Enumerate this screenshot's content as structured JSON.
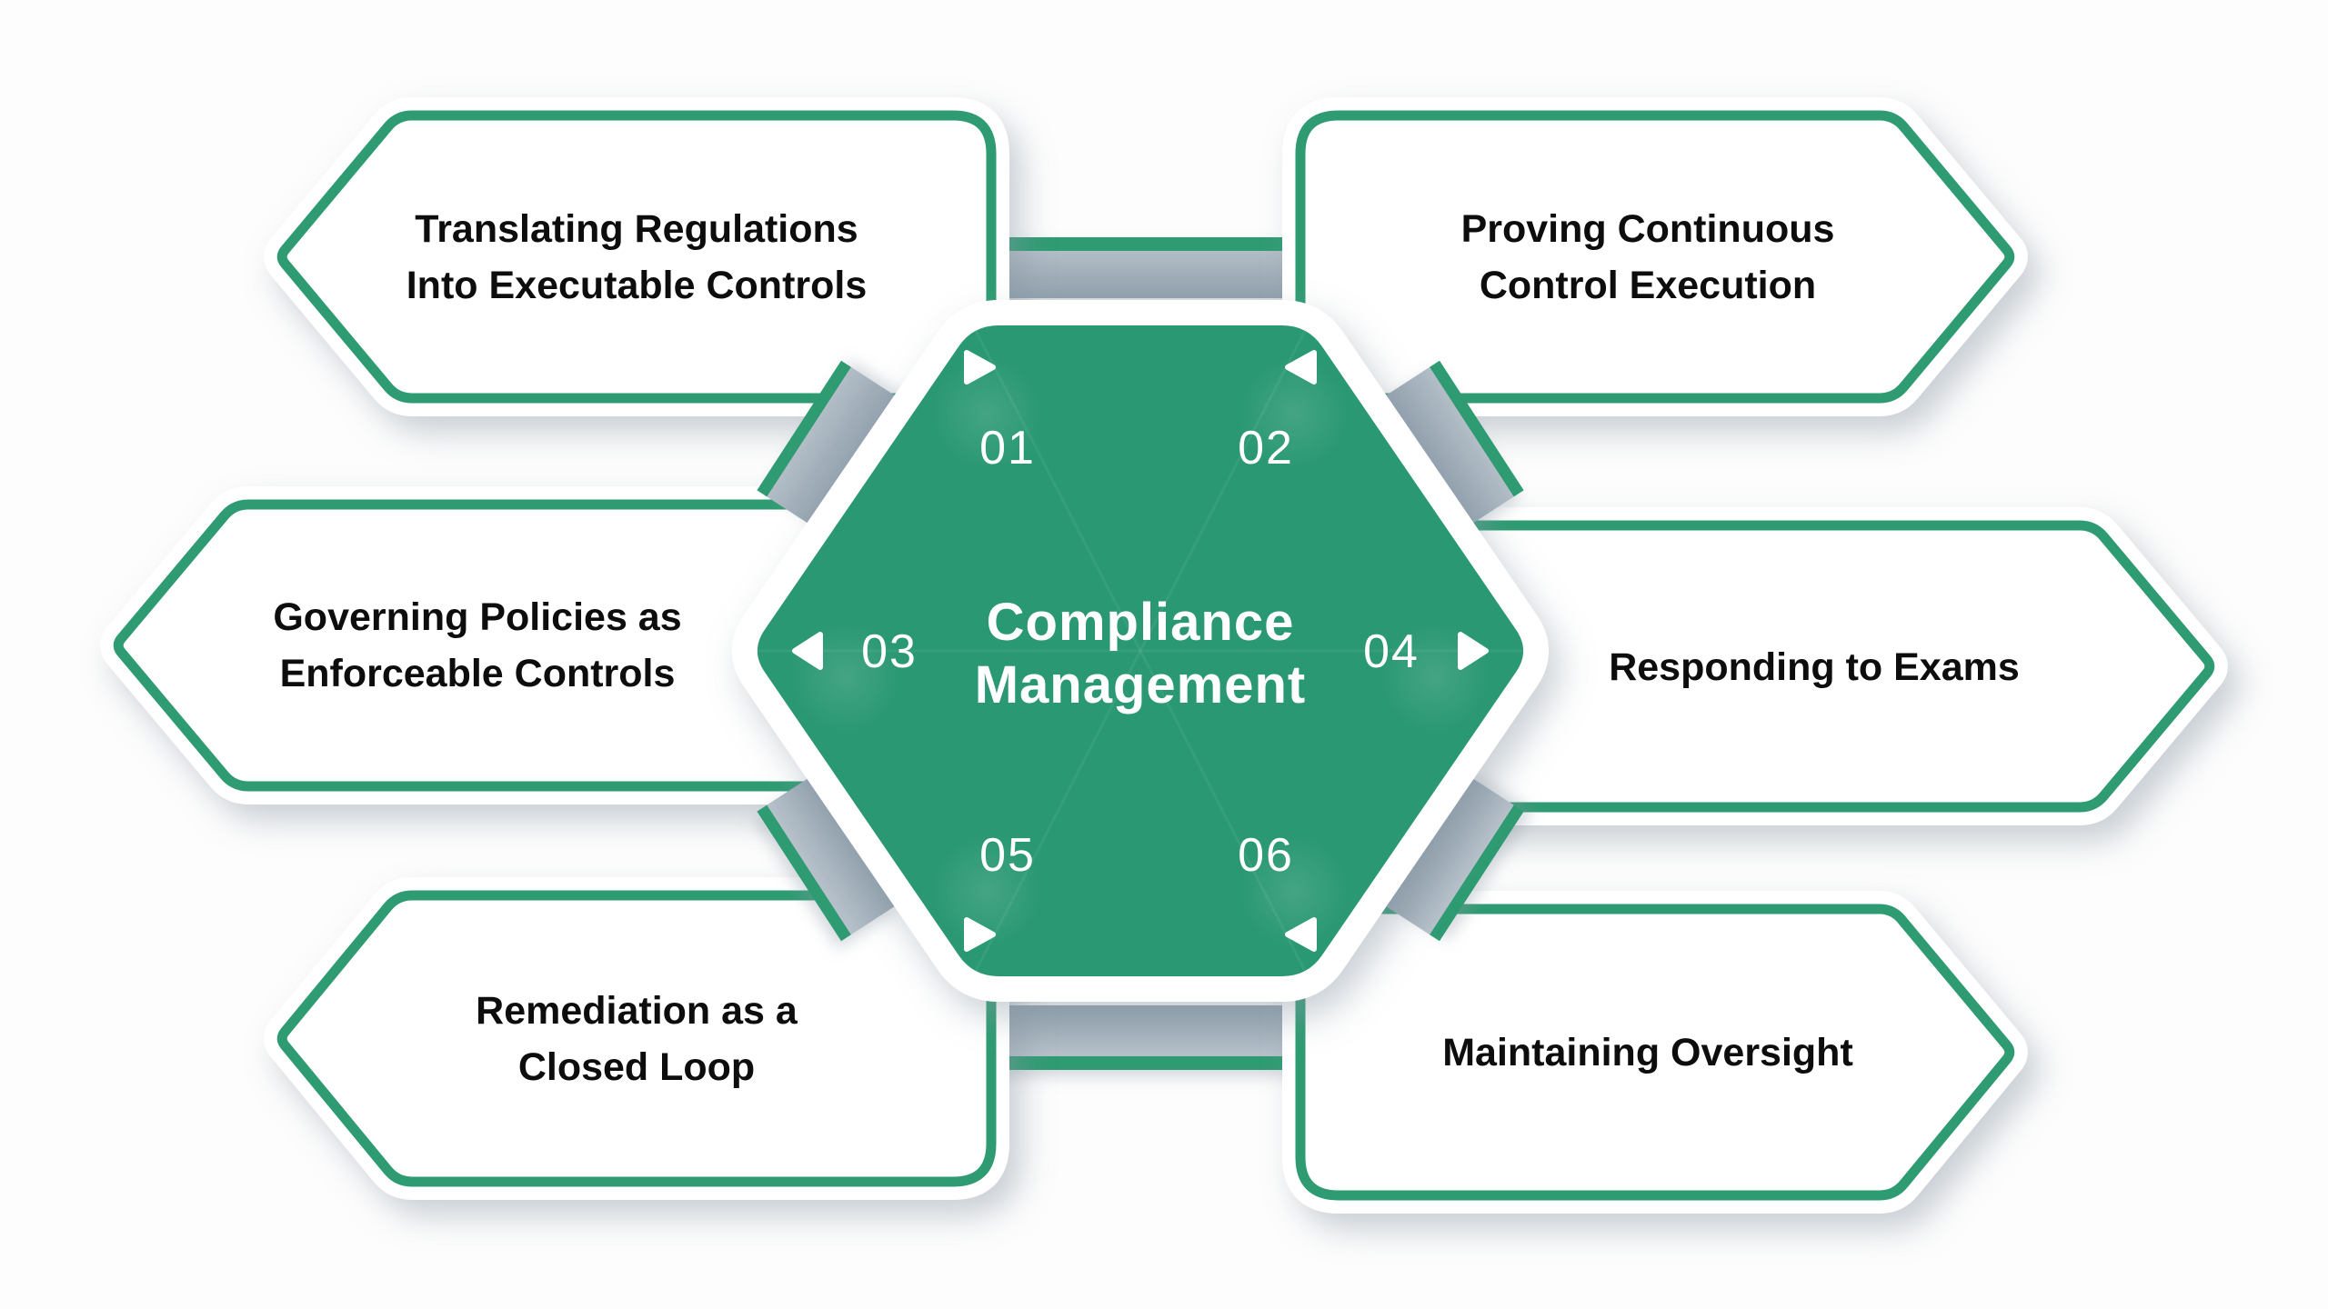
{
  "diagram": {
    "center": {
      "title_lines": [
        "Compliance",
        "Management"
      ]
    },
    "items": [
      {
        "number": "01",
        "position": "top-left",
        "label_lines": [
          "Translating Regulations",
          "Into Executable Controls"
        ]
      },
      {
        "number": "02",
        "position": "top-right",
        "label_lines": [
          "Proving Continuous",
          "Control Execution"
        ]
      },
      {
        "number": "03",
        "position": "middle-left",
        "label_lines": [
          "Governing Policies as",
          "Enforceable Controls"
        ]
      },
      {
        "number": "04",
        "position": "middle-right",
        "label_lines": [
          "Responding to Exams"
        ]
      },
      {
        "number": "05",
        "position": "bottom-left",
        "label_lines": [
          "Remediation as a",
          "Closed Loop"
        ]
      },
      {
        "number": "06",
        "position": "bottom-right",
        "label_lines": [
          "Maintaining Oversight"
        ]
      }
    ],
    "colors": {
      "green": "#2E9B72",
      "green_fill": "#2A9873",
      "slate_light": "#b2bdc6",
      "slate_dark": "#90a0ad",
      "text": "#0d0d0d",
      "white": "#ffffff",
      "background": "#fdfdfd"
    }
  }
}
